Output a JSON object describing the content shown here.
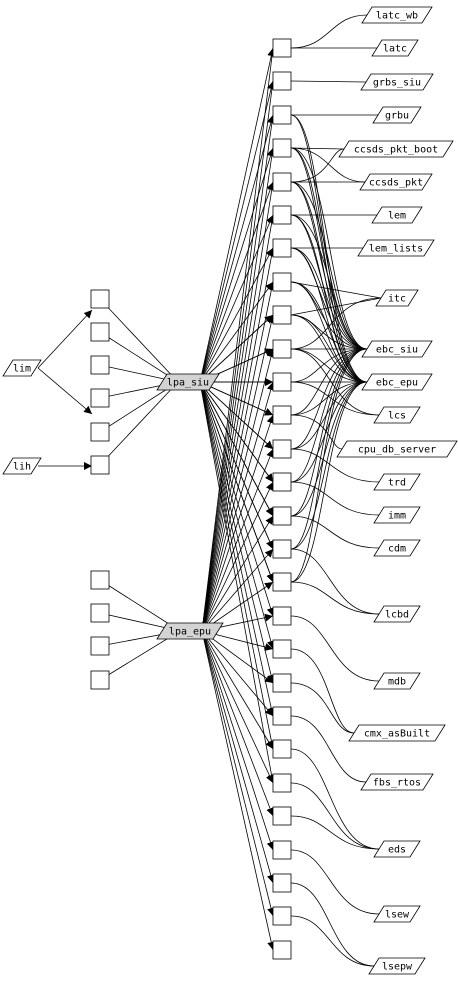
{
  "colors": {
    "line": "#000000",
    "box_fill": "#ffffff",
    "hub_fill": "#d3d3d3"
  },
  "diagram": {
    "left_nodes": [
      {
        "id": "lim",
        "label": "lim"
      },
      {
        "id": "lih",
        "label": "lih"
      }
    ],
    "hub_nodes": [
      {
        "id": "lpa_siu",
        "label": "lpa_siu"
      },
      {
        "id": "lpa_epu",
        "label": "lpa_epu"
      }
    ],
    "right_labels": [
      {
        "id": "latc_wb",
        "label": "latc_wb"
      },
      {
        "id": "latc",
        "label": "latc"
      },
      {
        "id": "grbs_siu",
        "label": "grbs_siu"
      },
      {
        "id": "grbu",
        "label": "grbu"
      },
      {
        "id": "ccsds_pkt_boot",
        "label": "ccsds_pkt_boot"
      },
      {
        "id": "ccsds_pkt",
        "label": "ccsds_pkt"
      },
      {
        "id": "lem",
        "label": "lem"
      },
      {
        "id": "lem_lists",
        "label": "lem_lists"
      },
      {
        "id": "itc",
        "label": "itc"
      },
      {
        "id": "ebc_siu",
        "label": "ebc_siu"
      },
      {
        "id": "ebc_epu",
        "label": "ebc_epu"
      },
      {
        "id": "lcs",
        "label": "lcs"
      },
      {
        "id": "cpu_db_server",
        "label": "cpu_db_server"
      },
      {
        "id": "trd",
        "label": "trd"
      },
      {
        "id": "imm",
        "label": "imm"
      },
      {
        "id": "cdm",
        "label": "cdm"
      },
      {
        "id": "lcbd",
        "label": "lcbd"
      },
      {
        "id": "mdb",
        "label": "mdb"
      },
      {
        "id": "cmx_asBuilt",
        "label": "cmx_asBuilt"
      },
      {
        "id": "fbs_rtos",
        "label": "fbs_rtos"
      },
      {
        "id": "eds",
        "label": "eds"
      },
      {
        "id": "lsew",
        "label": "lsew"
      },
      {
        "id": "lsepw",
        "label": "lsepw"
      }
    ]
  }
}
